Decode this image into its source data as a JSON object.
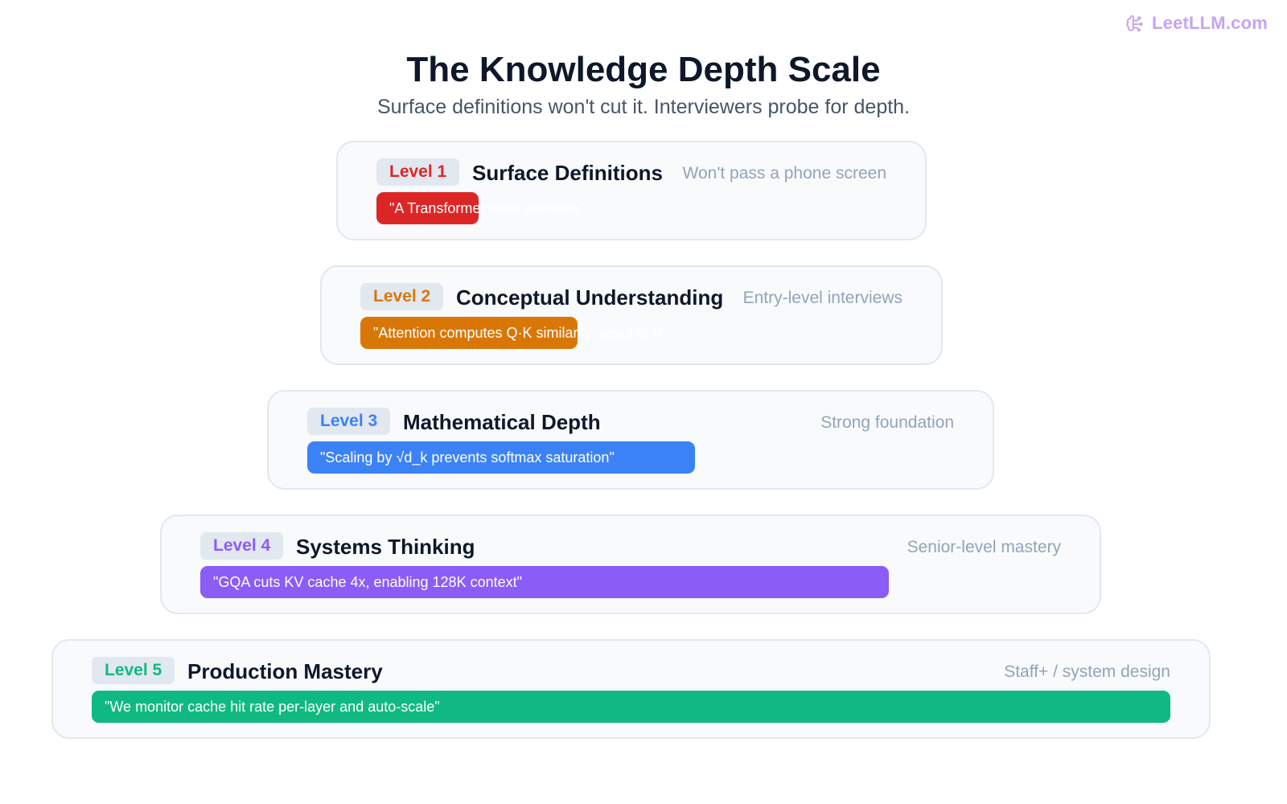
{
  "brand": {
    "name": "LeetLLM.com",
    "icon": "brain-icon",
    "color": "#c4a4f5"
  },
  "title": "The Knowledge Depth Scale",
  "subtitle": "Surface definitions won't cut it. Interviewers probe for depth.",
  "levels": [
    {
      "badge": "Level 1",
      "name": "Surface Definitions",
      "note": "Won't pass a phone screen",
      "quote": "\"A Transformer uses attention\"",
      "color": "#dc2626",
      "bar_fill": 0.2
    },
    {
      "badge": "Level 2",
      "name": "Conceptual Understanding",
      "note": "Entry-level interviews",
      "quote": "\"Attention computes Q·K similarity, weights V\"",
      "color": "#d97706",
      "bar_fill": 0.4
    },
    {
      "badge": "Level 3",
      "name": "Mathematical Depth",
      "note": "Strong foundation",
      "quote": "\"Scaling by √d_k prevents softmax saturation\"",
      "color": "#3b82f6",
      "bar_fill": 0.6
    },
    {
      "badge": "Level 4",
      "name": "Systems Thinking",
      "note": "Senior-level mastery",
      "quote": "\"GQA cuts KV cache 4x, enabling 128K context\"",
      "color": "#8b5cf6",
      "bar_fill": 0.8
    },
    {
      "badge": "Level 5",
      "name": "Production Mastery",
      "note": "Staff+ / system design",
      "quote": "\"We monitor cache hit rate per-layer and auto-scale\"",
      "color": "#10b981",
      "bar_fill": 1.0
    }
  ]
}
